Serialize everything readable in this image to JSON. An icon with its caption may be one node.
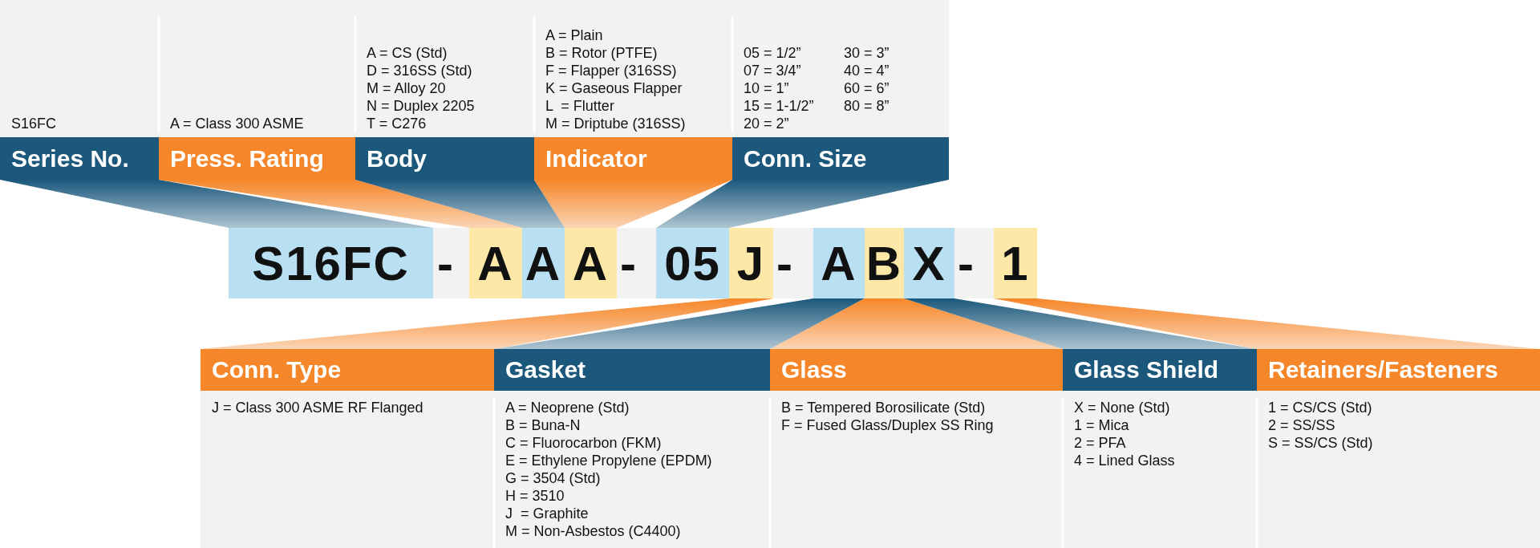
{
  "diagram": {
    "nodes": [
      {
        "text": [
          "Series No."
        ],
        "beside": [
          "S16FC"
        ]
      },
      {
        "text": [
          "Press. Rating"
        ],
        "beside": [
          "A = Class 300 ASME"
        ]
      },
      {
        "text": [
          "Body"
        ],
        "beside": [
          "A = CS (Std)",
          "D = 316SS (Std)",
          "M = Alloy 20",
          "N = Duplex 2205",
          "T = C276"
        ]
      },
      {
        "text": [
          "Indicator"
        ],
        "beside": [
          "A = Plain",
          "B = Rotor (PTFE)",
          "F = Flapper (316SS)",
          "K = Gaseous Flapper",
          "L  = Flutter",
          "M = Driptube (316SS)"
        ]
      },
      {
        "text": [
          "Conn. Size"
        ],
        "beside": [
          "05 = 1/2”",
          "07 = 3/4”",
          "10 = 1”",
          "15 = 1-1/2”",
          "20 = 2”",
          "30 = 3”",
          "40 = 4”",
          "60 = 6”",
          "80 = 8”"
        ]
      },
      {
        "text": [
          "S16FC"
        ]
      },
      {
        "text": [
          "A"
        ]
      },
      {
        "text": [
          "A"
        ]
      },
      {
        "text": [
          "A"
        ]
      },
      {
        "text": [
          "05"
        ]
      },
      {
        "text": [
          "J"
        ]
      },
      {
        "text": [
          "A"
        ]
      },
      {
        "text": [
          "B"
        ]
      },
      {
        "text": [
          "X"
        ]
      },
      {
        "text": [
          "1"
        ]
      },
      {
        "text": [
          "Conn. Type"
        ],
        "beside": [
          "J = Class 300 ASME RF Flanged"
        ]
      },
      {
        "text": [
          "Gasket"
        ],
        "beside": [
          "A = Neoprene (Std)",
          "B = Buna-N",
          "C = Fluorocarbon (FKM)",
          "E = Ethylene Propylene (EPDM)",
          "G = 3504 (Std)",
          "H = 3510",
          "J  = Graphite",
          "M = Non-Asbestos (C4400)"
        ]
      },
      {
        "text": [
          "Glass"
        ],
        "beside": [
          "B = Tempered Borosilicate (Std)",
          "F = Fused Glass/Duplex SS Ring"
        ]
      },
      {
        "text": [
          "Glass Shield"
        ],
        "beside": [
          "X = None (Std)",
          "1 = Mica",
          "2 = PFA",
          "4 = Lined Glass"
        ]
      },
      {
        "text": [
          "Retainers/Fasteners"
        ],
        "beside": [
          "1 = CS/CS (Std)",
          "2 = SS/SS",
          "S = SS/CS (Std)"
        ]
      }
    ],
    "edges": [
      {
        "from": 0,
        "to": 5,
        "arrow": "none",
        "color": "#1b587c"
      },
      {
        "from": 1,
        "to": 6,
        "arrow": "none",
        "color": "#f5862a"
      },
      {
        "from": 2,
        "to": 7,
        "arrow": "none",
        "color": "#1b587c"
      },
      {
        "from": 3,
        "to": 8,
        "arrow": "none",
        "color": "#f5862a"
      },
      {
        "from": 4,
        "to": 9,
        "arrow": "none",
        "color": "#1b587c"
      },
      {
        "from": 10,
        "to": 15,
        "arrow": "none",
        "color": "#f5862a"
      },
      {
        "from": 11,
        "to": 16,
        "arrow": "none",
        "color": "#1b587c"
      },
      {
        "from": 12,
        "to": 17,
        "arrow": "none",
        "color": "#f5862a"
      },
      {
        "from": 13,
        "to": 18,
        "arrow": "none",
        "color": "#1b587c"
      },
      {
        "from": 14,
        "to": 19,
        "arrow": "none",
        "color": "#f5862a"
      }
    ],
    "labels": [
      "-",
      "-",
      "-",
      "-"
    ]
  }
}
